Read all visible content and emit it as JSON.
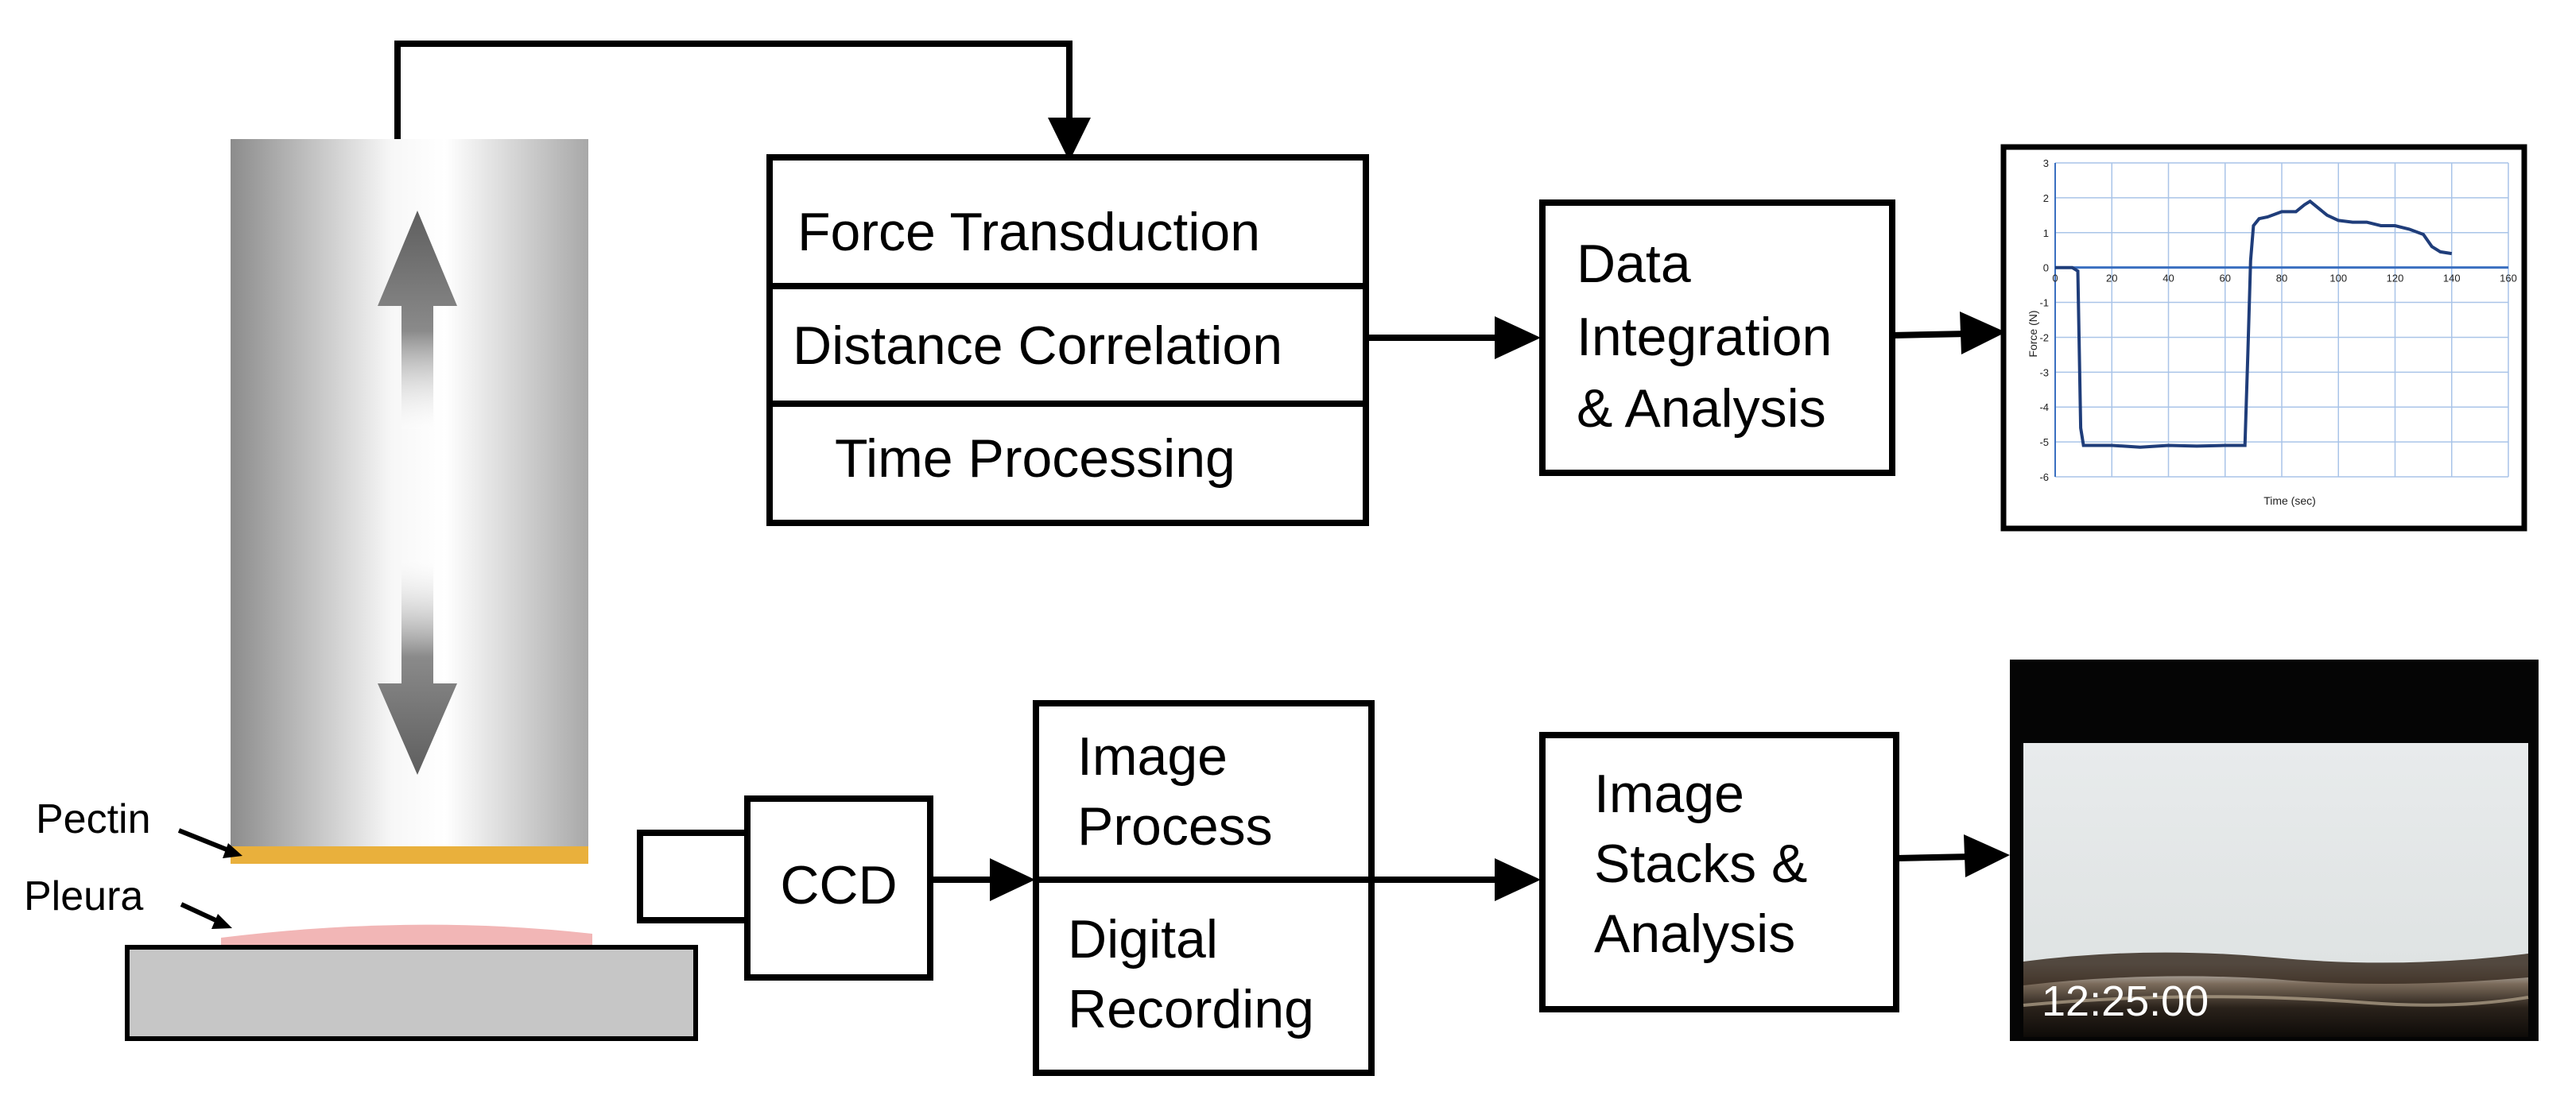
{
  "labels": {
    "pectin": "Pectin",
    "pleura": "Pleura"
  },
  "top_stack": {
    "force_transduction": "Force Transduction",
    "distance_correlation": "Distance Correlation",
    "time_processing": "Time Processing"
  },
  "data_box": {
    "line1": "Data",
    "line2": "Integration",
    "line3": "& Analysis"
  },
  "ccd_box": {
    "label": "CCD"
  },
  "image_stack": {
    "image_process_1": "Image",
    "image_process_2": "Process",
    "digital_recording_1": "Digital",
    "digital_recording_2": "Recording"
  },
  "stacks_box": {
    "line1": "Image",
    "line2": "Stacks &",
    "line3": "Analysis"
  },
  "video_frame": {
    "timestamp": "12:25:00"
  },
  "colors": {
    "pectin": "#e9b03c",
    "pleura": "#f2b6b6",
    "base_plate": "#c6c6c6",
    "series_line": "#1f3d7a",
    "grid": "#a9c4e8"
  },
  "chart_data": {
    "type": "line",
    "xlabel": "Time (sec)",
    "ylabel": "Force (N)",
    "xlim": [
      0,
      160
    ],
    "ylim": [
      -6,
      3
    ],
    "xticks": [
      0,
      20,
      40,
      60,
      80,
      100,
      120,
      140,
      160
    ],
    "yticks": [
      3,
      2,
      1,
      0,
      -1,
      -2,
      -3,
      -4,
      -5,
      -6
    ],
    "grid": true,
    "series": [
      {
        "x": [
          0,
          6,
          8,
          9,
          10,
          20,
          30,
          40,
          50,
          60,
          65,
          67,
          68,
          69,
          70,
          72,
          75,
          80,
          85,
          88,
          90,
          93,
          96,
          100,
          105,
          110,
          115,
          120,
          125,
          130,
          133,
          136,
          140
        ],
        "y": [
          0,
          0,
          -0.1,
          -4.6,
          -5.1,
          -5.1,
          -5.15,
          -5.1,
          -5.12,
          -5.1,
          -5.1,
          -5.1,
          -2.5,
          0.2,
          1.2,
          1.4,
          1.45,
          1.6,
          1.6,
          1.8,
          1.9,
          1.7,
          1.5,
          1.35,
          1.3,
          1.3,
          1.2,
          1.2,
          1.1,
          0.95,
          0.6,
          0.45,
          0.4
        ]
      }
    ]
  }
}
